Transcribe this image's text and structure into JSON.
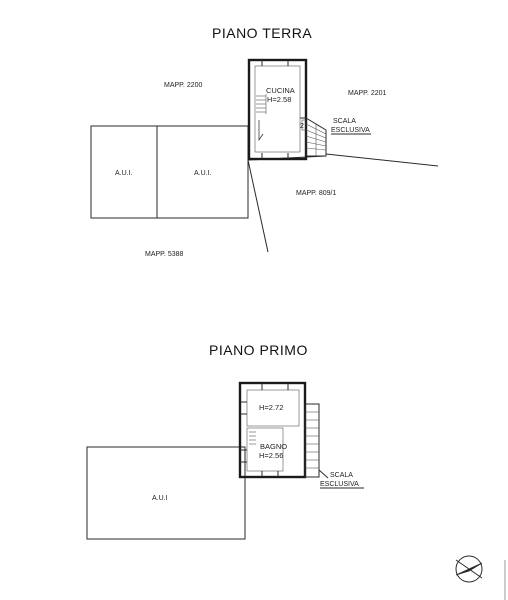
{
  "ground_floor": {
    "title": "PIANO TERRA",
    "labels": {
      "mapp_2200": "MAPP. 2200",
      "mapp_2201": "MAPP. 2201",
      "mapp_809": "MAPP. 809/1",
      "mapp_5388": "MAPP. 5388",
      "aui_left": "A.U.I.",
      "aui_right": "A.U.I.",
      "room_name": "CUCINA",
      "room_height": "H=2.58",
      "stair_line1": "SCALA",
      "stair_line2": "ESCLUSIVA",
      "stair_mark": "2"
    }
  },
  "first_floor": {
    "title": "PIANO PRIMO",
    "labels": {
      "room_height": "H=2.72",
      "bath_name": "BAGNO",
      "bath_height": "H=2.56",
      "stair_line1": "SCALA",
      "stair_line2": "ESCLUSIVA",
      "aui": "A.U.I"
    }
  }
}
